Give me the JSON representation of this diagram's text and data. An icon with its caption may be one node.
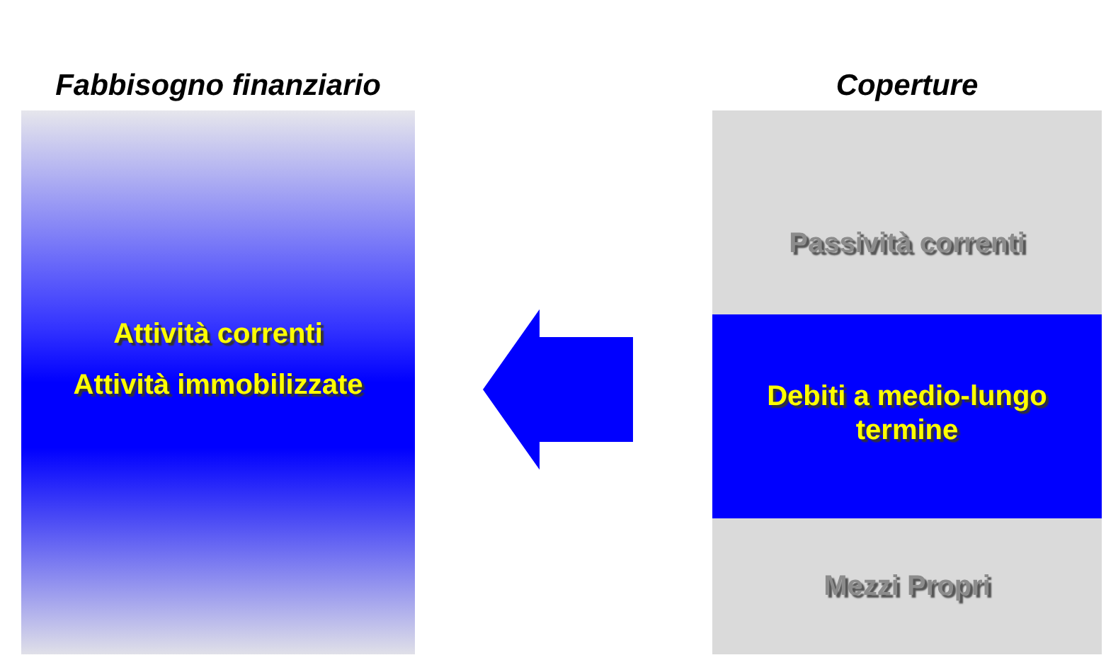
{
  "diagram": {
    "nodes": [
      {
        "text": [
          "Fabbisogno finanziario"
        ]
      },
      {
        "text": [
          "Attività correnti"
        ],
        "in": 0
      },
      {
        "text": [
          "Attività immobilizzate"
        ],
        "in": 0
      },
      {
        "text": [
          "Coperture"
        ]
      },
      {
        "text": [
          "Passività correnti"
        ],
        "in": 3
      },
      {
        "text": [
          "Debiti a medio-lungo termine"
        ],
        "in": 3
      },
      {
        "text": [
          "Mezzi Propri"
        ],
        "in": 3
      }
    ],
    "edges": [
      {
        "from": 3,
        "to": 0,
        "arrow": "to",
        "style": "thick"
      }
    ]
  }
}
